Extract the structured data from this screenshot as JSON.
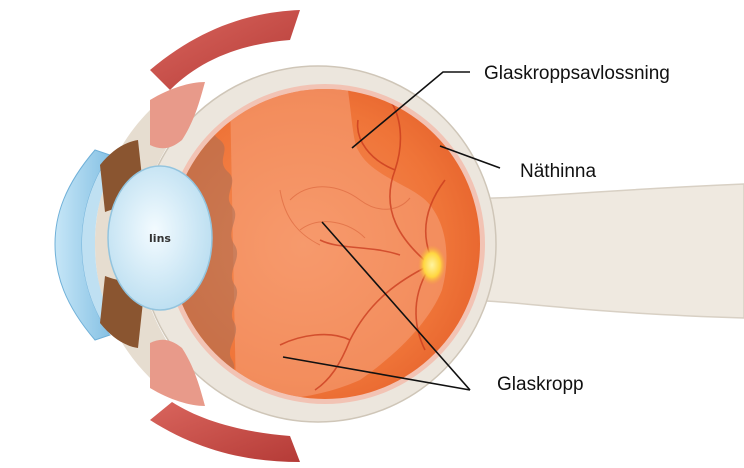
{
  "diagram": {
    "labels": {
      "detachment": "Glaskroppsavlossning",
      "retina": "Näthinna",
      "vitreous": "Glaskropp",
      "lens": "lins"
    },
    "colors": {
      "sclera": "#ece6dd",
      "muscle": "#c9504c",
      "vitreous": "#f07a3f",
      "detached_gel": "#f6b090",
      "iris": "#8a5530",
      "cornea": "#9fd2ee",
      "lens": "#d8eef8",
      "macula": "#ffd640"
    }
  }
}
